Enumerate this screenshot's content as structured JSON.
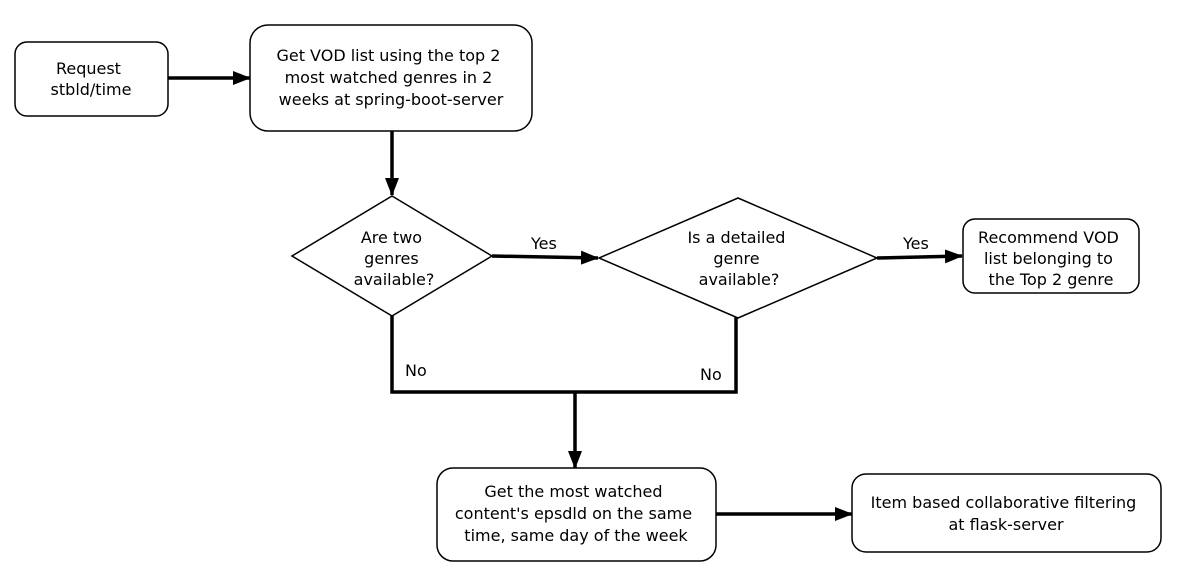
{
  "flowchart": {
    "nodes": {
      "request": {
        "shape": "rounded-rect",
        "lines": [
          "Request",
          "stbld/time"
        ]
      },
      "get_vod_list": {
        "shape": "rounded-rect",
        "lines": [
          "Get VOD list using the top 2",
          "most watched genres in 2",
          "weeks at spring-boot-server"
        ]
      },
      "two_genres": {
        "shape": "diamond",
        "lines": [
          "Are two",
          "genres",
          "available?"
        ]
      },
      "detailed_genre": {
        "shape": "diamond",
        "lines": [
          "Is a detailed",
          "genre",
          "available?"
        ]
      },
      "recommend": {
        "shape": "rounded-rect",
        "lines": [
          "Recommend VOD",
          "list belonging to",
          "the Top 2 genre"
        ]
      },
      "most_watched": {
        "shape": "rounded-rect",
        "lines": [
          "Get the most watched",
          "content's epsdld on the same",
          "time, same day of the week"
        ]
      },
      "item_cf": {
        "shape": "rounded-rect",
        "lines": [
          "Item based collaborative filtering",
          "at flask-server"
        ]
      }
    },
    "edges": [
      {
        "from": "request",
        "to": "get_vod_list",
        "label": ""
      },
      {
        "from": "get_vod_list",
        "to": "two_genres",
        "label": ""
      },
      {
        "from": "two_genres",
        "to": "detailed_genre",
        "label": "Yes"
      },
      {
        "from": "detailed_genre",
        "to": "recommend",
        "label": "Yes"
      },
      {
        "from": "two_genres",
        "to": "most_watched",
        "label": "No"
      },
      {
        "from": "detailed_genre",
        "to": "most_watched",
        "label": "No"
      },
      {
        "from": "most_watched",
        "to": "item_cf",
        "label": ""
      }
    ]
  }
}
